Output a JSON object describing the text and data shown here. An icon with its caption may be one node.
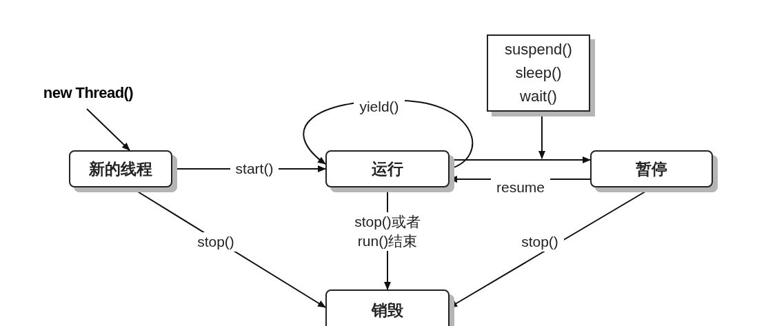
{
  "diagram": {
    "nodes": [
      {
        "text": [
          "new Thread()"
        ]
      },
      {
        "text": [
          "新的线程"
        ]
      },
      {
        "text": [
          "运行"
        ]
      },
      {
        "text": [
          "suspend() sleep() wait()"
        ]
      },
      {
        "text": [
          "暂停"
        ]
      },
      {
        "text": [
          "销毁"
        ]
      }
    ],
    "edges": [
      {
        "from": 0,
        "to": 1,
        "arrow": "to"
      },
      {
        "from": 1,
        "to": 2,
        "arrow": "to",
        "label": "start()"
      },
      {
        "from": 2,
        "to": 2,
        "arrow": "to",
        "label": "yield()"
      },
      {
        "from": 2,
        "to": 4,
        "arrow": "to"
      },
      {
        "from": 4,
        "to": 2,
        "arrow": "to",
        "label": "resume"
      },
      {
        "from": 3,
        "to": null,
        "arrow": "to"
      },
      {
        "from": 2,
        "to": 5,
        "arrow": "to",
        "label": "stop()或者 run()结束"
      },
      {
        "from": 1,
        "to": 5,
        "arrow": "to",
        "label": "stop()"
      },
      {
        "from": 4,
        "to": 5,
        "arrow": "to",
        "label": "stop()"
      }
    ]
  }
}
